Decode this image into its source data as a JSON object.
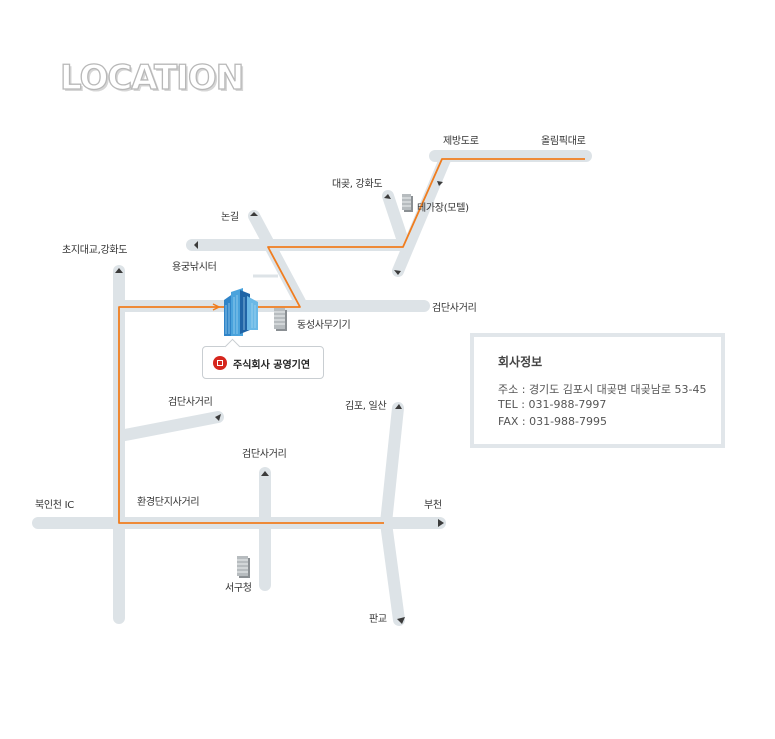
{
  "title": "LOCATION",
  "labels": {
    "jebang": "제방도로",
    "olympic": "올림픽대로",
    "daegot_ganghwa": "대곶, 강화도",
    "teagajang": "테가장(모텔)",
    "nongil": "논길",
    "choji": "초지대교,강화도",
    "yonggung": "용궁낚시터",
    "geomdan_right": "검단사거리",
    "dongsung": "동성사무기기",
    "geomdan_mid": "검단사거리",
    "gimpo_ilsan": "김포, 일산",
    "geomdan_lower": "검단사거리",
    "bugincheon": "북인천 IC",
    "hwangyeong": "환경단지사거리",
    "bucheon": "부천",
    "seogucheong": "서구청",
    "pangyo": "판교"
  },
  "company": {
    "name": "주식회사 공영기연",
    "brand_color": "#d6261d"
  },
  "info": {
    "title": "회사정보",
    "address": "주소 : 경기도 김포시 대곶면 대곶남로 53-45",
    "tel": "TEL : 031-988-7997",
    "fax": "FAX : 031-988-7995"
  },
  "colors": {
    "road": "#dde3e7",
    "route": "#f07d1f"
  }
}
